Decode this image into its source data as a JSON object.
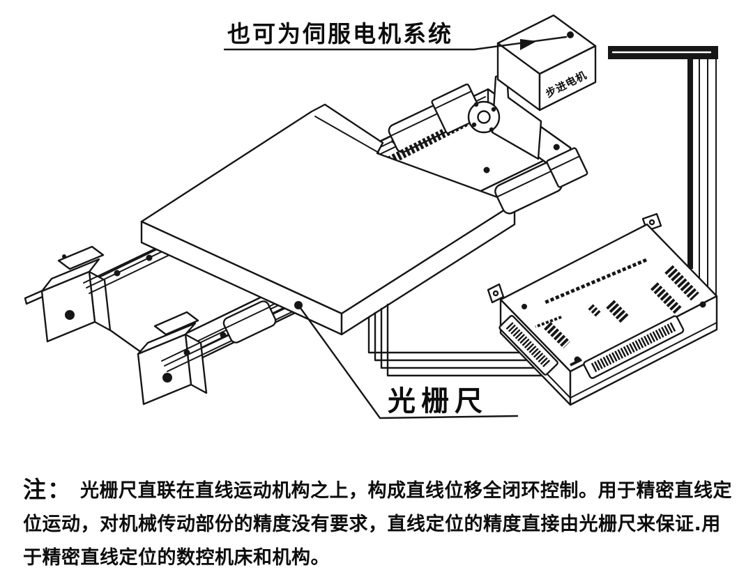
{
  "diagram": {
    "servo_label": "也可为伺服电机系统",
    "motor_label": "步进电机",
    "scale_label": "光栅尺"
  },
  "note": {
    "prefix": "注：",
    "line1": "光栅尺直联在直线运动机构之上，构成直线位移全闭环控制。用于精密直线定",
    "line2": "位运动，对机械传动部份的精度没有要求，直线定位的精度直接由光栅尺来保证.用",
    "line3": "于精密直线定位的数控机床和机构。"
  },
  "colors": {
    "ink": "#161616",
    "background": "#ffffff"
  }
}
